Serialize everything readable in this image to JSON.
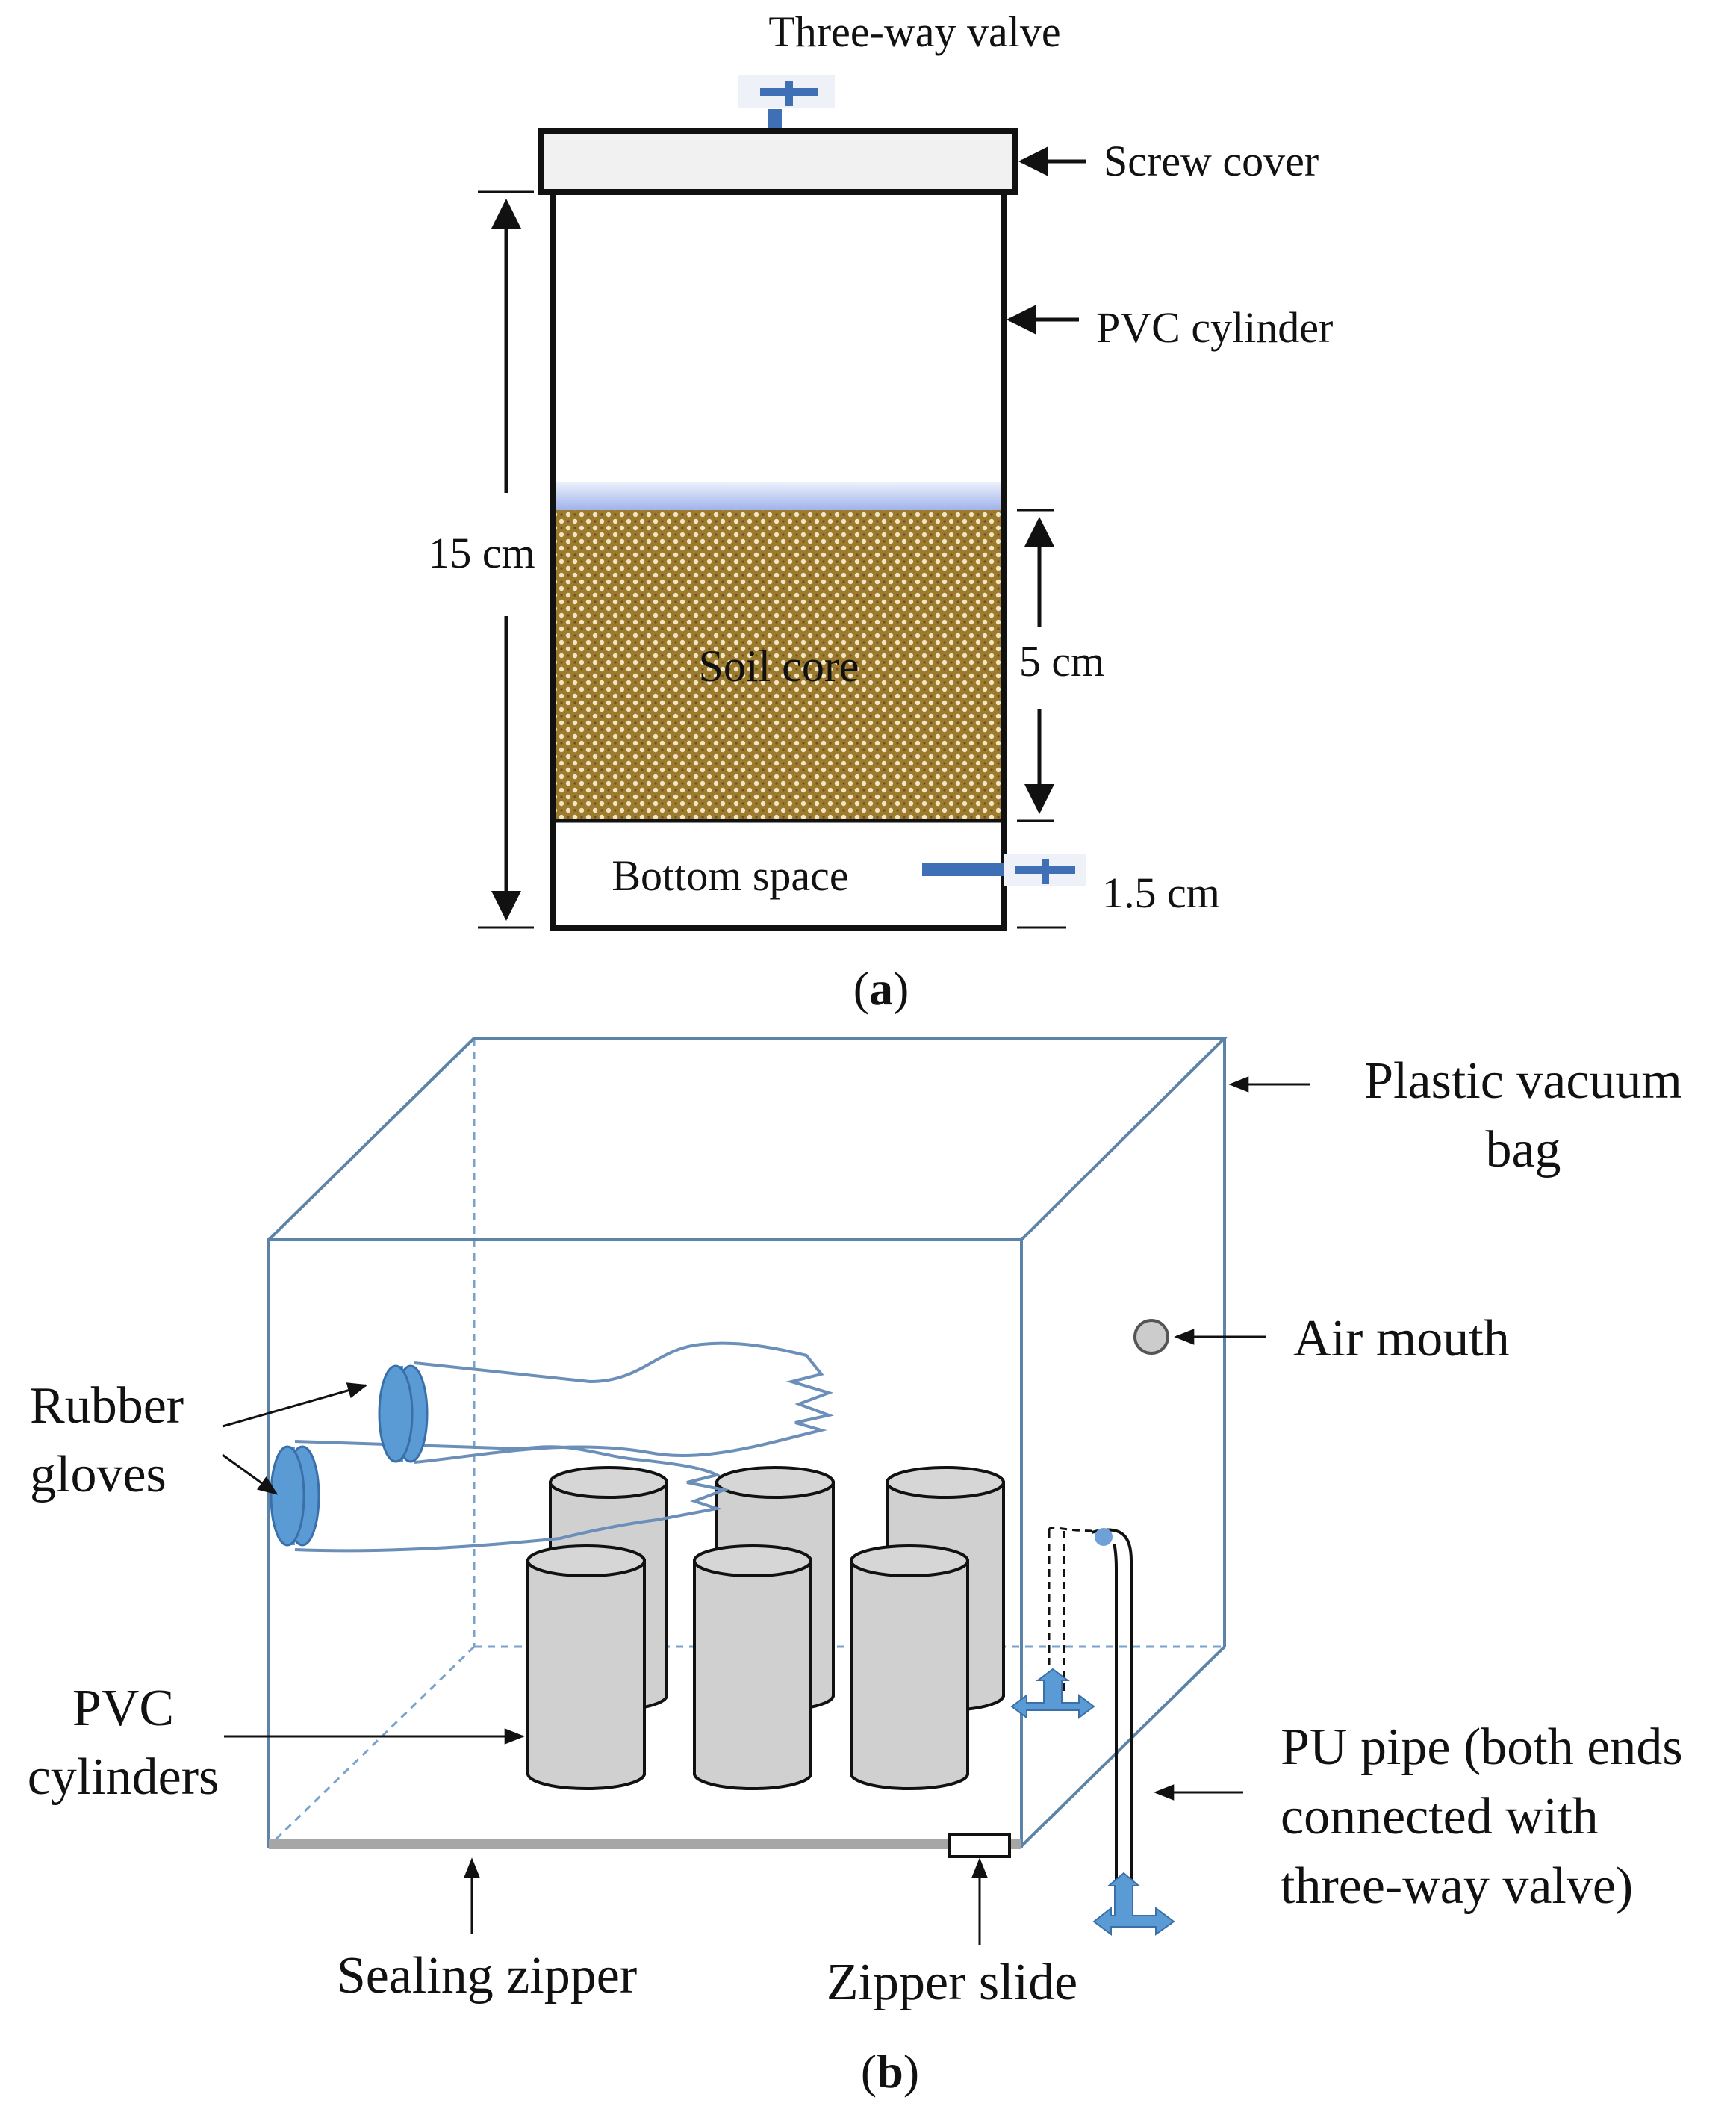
{
  "panel_a": {
    "caption_open": "(",
    "caption_letter": "a",
    "caption_close": ")",
    "labels": {
      "three_way_valve": "Three-way valve",
      "screw_cover": "Screw cover",
      "pvc_cylinder": "PVC cylinder",
      "total_height": "15 cm",
      "soil_core": "Soil core",
      "soil_height": "5 cm",
      "bottom_space": "Bottom space",
      "bottom_height": "1.5 cm"
    }
  },
  "panel_b": {
    "caption_open": "(",
    "caption_letter": "b",
    "caption_close": ")",
    "labels": {
      "plastic_vacuum_bag_line1": "Plastic vacuum",
      "plastic_vacuum_bag_line2": "bag",
      "air_mouth": "Air mouth",
      "rubber_gloves_line1": "Rubber",
      "rubber_gloves_line2": "gloves",
      "pvc_cylinders_line1": "PVC",
      "pvc_cylinders_line2": "cylinders",
      "pu_pipe_line1": "PU pipe (both ends",
      "pu_pipe_line2": "connected with",
      "pu_pipe_line3": "three-way valve)",
      "sealing_zipper": "Sealing zipper",
      "zipper_slide": "Zipper slide"
    }
  },
  "colors": {
    "outline": "#111111",
    "valve_blue": "#3f6fb5",
    "bag_edge": "#5c83a8",
    "glove_fill": "#5b9bd5",
    "glove_line": "#6b8fb8",
    "soil": "#9c7a2e",
    "water_layer": "#b8c8f0",
    "cylinder_fill": "#d0d0d0",
    "zipper": "#a6a6a6",
    "air_mouth": "#cccccc"
  },
  "icons": [
    "three-way-valve-icon",
    "arrow-icon",
    "glove-icon",
    "cylinder-icon",
    "air-mouth-icon"
  ]
}
